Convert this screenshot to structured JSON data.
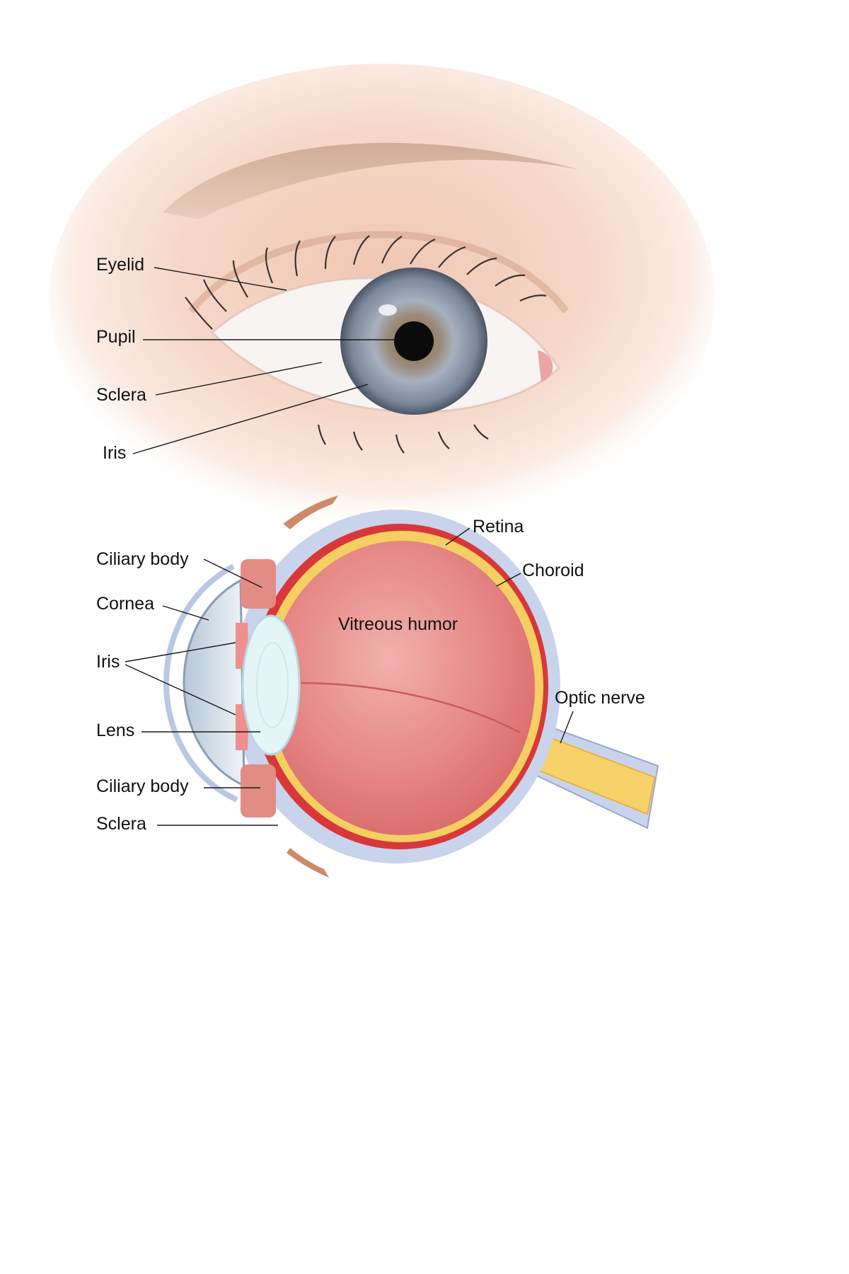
{
  "external_view": {
    "labels": {
      "eyelid": "Eyelid",
      "pupil": "Pupil",
      "sclera": "Sclera",
      "iris": "Iris"
    },
    "colors": {
      "skin": "#f3d3c1",
      "iris": "#7f8fa3",
      "pupil": "#0b0b0b",
      "sclera": "#f7f4f2"
    }
  },
  "cross_section": {
    "labels": {
      "retina": "Retina",
      "choroid": "Choroid",
      "vitreous_humor": "Vitreous humor",
      "optic_nerve": "Optic nerve",
      "ciliary_body_top": "Ciliary body",
      "cornea": "Cornea",
      "iris": "Iris",
      "lens": "Lens",
      "ciliary_body_bottom": "Ciliary body",
      "sclera": "Sclera"
    },
    "colors": {
      "sclera": "#c9d3ec",
      "choroid": "#d8383a",
      "retina": "#f6cf62",
      "vitreous": "#e37f7e",
      "lens": "#e4f5f8",
      "optic_nerve": "#f7d26b"
    }
  }
}
